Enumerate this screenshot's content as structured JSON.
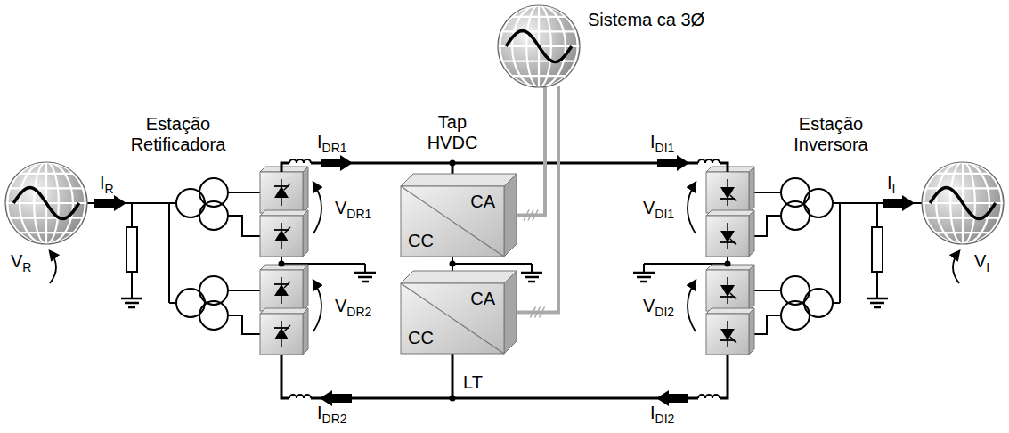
{
  "diagram": {
    "nodes": [
      {
        "text": [
          "Sistema ca 3Ø"
        ]
      },
      {
        "text": [
          "CA",
          "CC"
        ]
      },
      {
        "text": [
          "CA",
          "CC"
        ]
      }
    ],
    "edges": [
      {
        "from": 0,
        "to": 1,
        "arrow": "none"
      },
      {
        "from": 0,
        "to": 2,
        "arrow": "none"
      }
    ],
    "labels": [
      "Estação Retificadora",
      "Tap HVDC",
      "Estação Inversora",
      "IDR1",
      "IDI1",
      "IR",
      "VR",
      "VDR1",
      "VDI1",
      "VDR2",
      "VDI2",
      "II",
      "VI",
      "IDR2",
      "LT",
      "IDI2"
    ]
  }
}
